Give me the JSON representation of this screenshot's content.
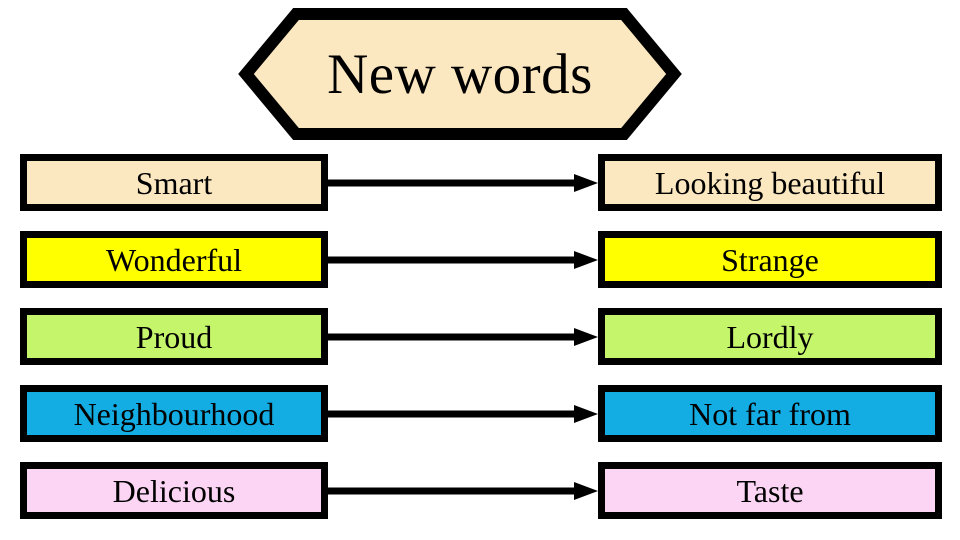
{
  "slide": {
    "background_color": "#ffffff",
    "title_banner": {
      "shape": "hexagon",
      "text": "New words",
      "fill_color": "#fce8c0",
      "border_color": "#000000"
    }
  },
  "colors": {
    "cream": "#fce8c0",
    "yellow": "#ffff00",
    "green": "#c5f56b",
    "cyan": "#13ade4",
    "pink": "#fcd5f5",
    "border": "#000000",
    "text": "#000000"
  },
  "rows": [
    {
      "word": "Smart",
      "meaning": "Looking beautiful",
      "fill_color": "#fce8c0",
      "connector": "arrow-right"
    },
    {
      "word": "Wonderful",
      "meaning": "Strange",
      "fill_color": "#ffff00",
      "connector": "arrow-right"
    },
    {
      "word": "Proud",
      "meaning": "Lordly",
      "fill_color": "#c5f56b",
      "connector": "arrow-right"
    },
    {
      "word": "Neighbourhood",
      "meaning": "Not far from",
      "fill_color": "#13ade4",
      "connector": "arrow-right"
    },
    {
      "word": "Delicious",
      "meaning": "Taste",
      "fill_color": "#fcd5f5",
      "connector": "arrow-right"
    }
  ]
}
